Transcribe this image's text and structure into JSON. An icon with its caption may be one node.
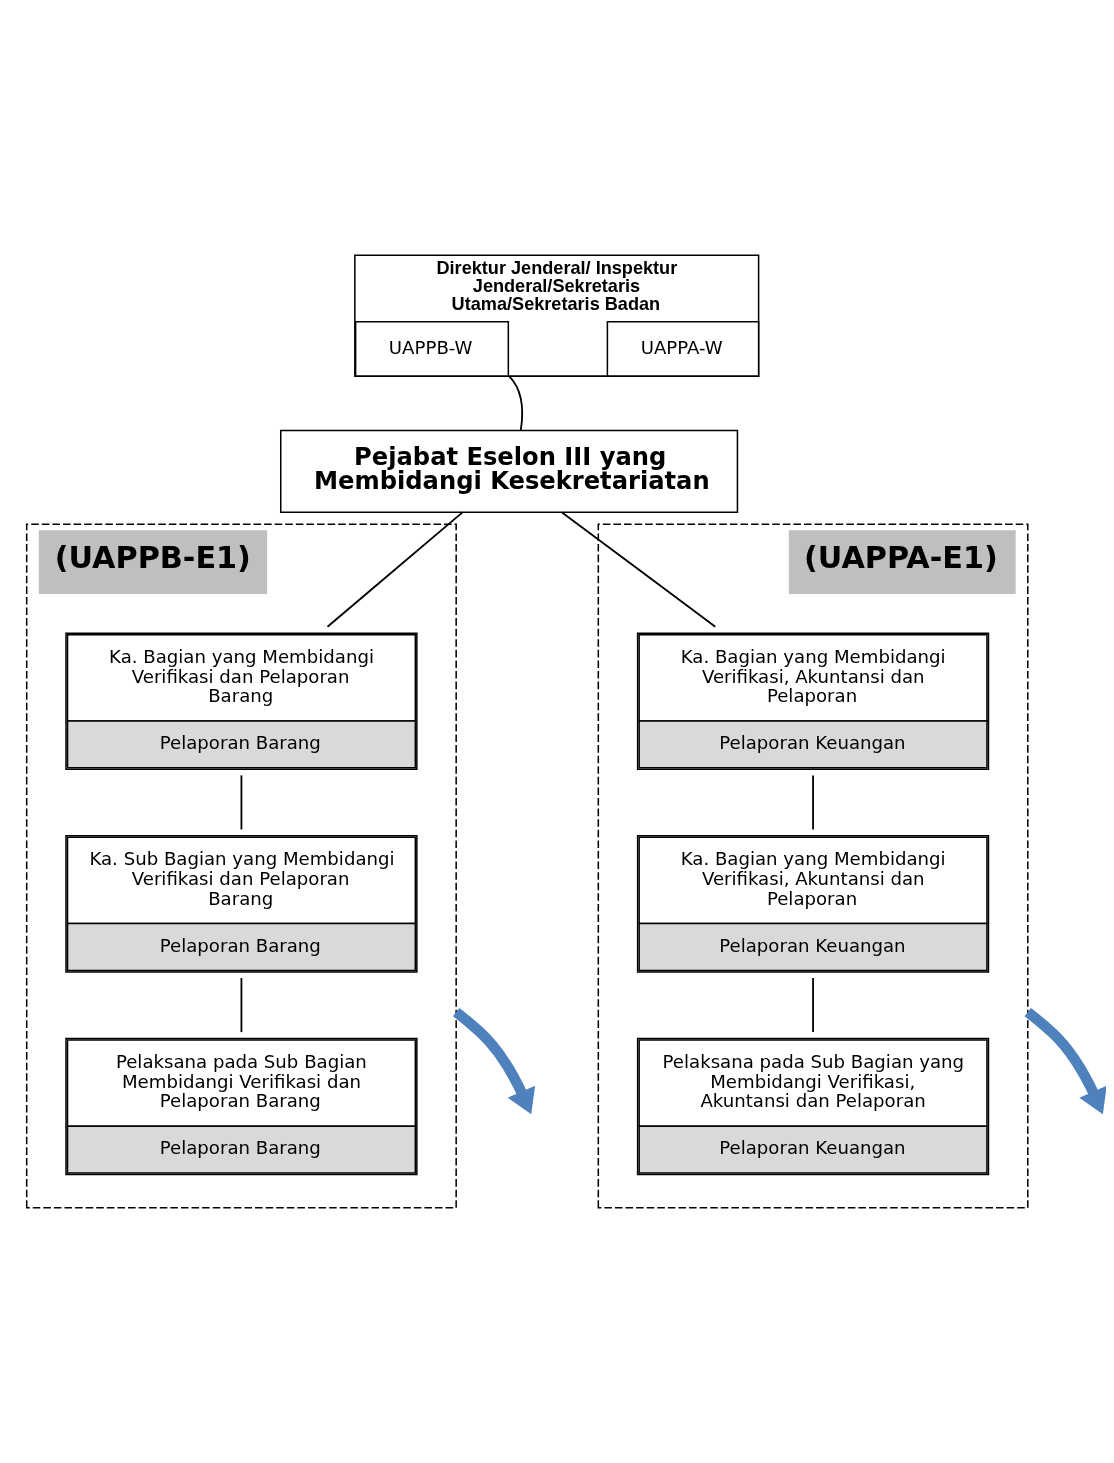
{
  "diagram": {
    "nodes": [
      {
        "text": [
          "Direktur Jenderal/ Inspektur Jenderal/Sekretaris Utama/Sekretaris Badan"
        ]
      },
      {
        "text": [
          "UAPPB-W"
        ],
        "in": 0
      },
      {
        "text": [
          "UAPPA-W"
        ],
        "in": 0
      },
      {
        "text": [
          "Pejabat Eselon III yang Membidangi Kesekretariatan"
        ]
      },
      {
        "text": [
          "(UAPPB-E1)"
        ]
      },
      {
        "text": [
          "Ka. Bagian yang Membidangi Verifikasi dan Pelaporan Barang",
          "Pelaporan Barang"
        ],
        "in": 4
      },
      {
        "text": [
          "Ka. Sub Bagian yang Membidangi Verifikasi dan Pelaporan Barang",
          "Pelaporan Barang"
        ],
        "in": 4
      },
      {
        "text": [
          "Pelaksana pada Sub Bagian Membidangi Verifikasi dan Pelaporan Barang",
          "Pelaporan Barang"
        ],
        "in": 4
      },
      {
        "text": [
          "(UAPPA-E1)"
        ]
      },
      {
        "text": [
          "Ka. Bagian yang Membidangi Verifikasi, Akuntansi dan Pelaporan",
          "Pelaporan Keuangan"
        ],
        "in": 8
      },
      {
        "text": [
          "Ka. Bagian yang Membidangi Verifikasi, Akuntansi dan Pelaporan",
          "Pelaporan Keuangan"
        ],
        "in": 8
      },
      {
        "text": [
          "Pelaksana pada Sub Bagian yang Membidangi Verifikasi, Akuntansi dan Pelaporan",
          "Pelaporan Keuangan"
        ],
        "in": 8
      }
    ],
    "edges": [
      {
        "from": 0,
        "to": 3,
        "arrow": "none"
      },
      {
        "from": 3,
        "to": 5,
        "arrow": "none"
      },
      {
        "from": 3,
        "to": 9,
        "arrow": "none"
      },
      {
        "from": 5,
        "to": 6,
        "arrow": "none"
      },
      {
        "from": 6,
        "to": 7,
        "arrow": "none"
      },
      {
        "from": 9,
        "to": 10,
        "arrow": "none"
      },
      {
        "from": 10,
        "to": 11,
        "arrow": "none"
      },
      {
        "from": 4,
        "to": null,
        "arrow": "to",
        "style": "thick",
        "color": "#4f81bd"
      },
      {
        "from": 8,
        "to": null,
        "arrow": "to",
        "style": "thick",
        "color": "#4f81bd"
      }
    ]
  }
}
